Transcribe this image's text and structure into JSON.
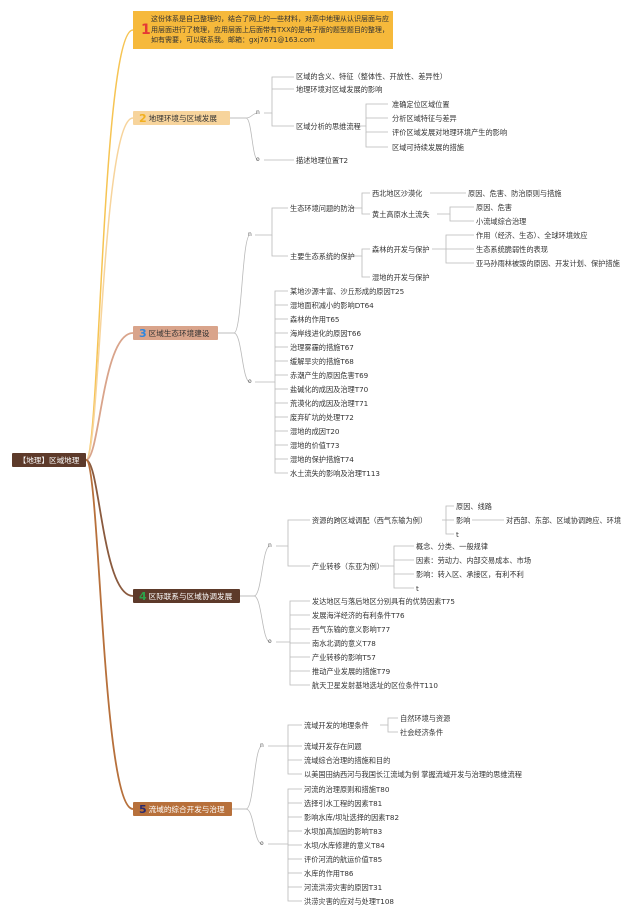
{
  "root": {
    "label": "【地理】区域地理"
  },
  "intro": {
    "number": "1",
    "text": "这份体系是自己整理的，结合了网上的一些材料，对高中地理从认识层面与应用层面进行了梳理，应用层面上后面带有TXX的是电子版的题型题目的整理，如有需要，可以联系我。邮箱：gxj7671@163.com"
  },
  "s2": {
    "number": "2",
    "title": "地理环境与区域发展",
    "n_label": "n",
    "o_label": "o",
    "items": [
      "区域的含义、特征（整体性、开放性、差异性）",
      "地理环境对区域发展的影响",
      "区域分析的思维流程"
    ],
    "flow": [
      "准确定位区域位置",
      "分析区域特征与差异",
      "评价区域发展对地理环境产生的影响",
      "区域可持续发展的措施"
    ],
    "o_item": "描述地理位置T2"
  },
  "s3": {
    "number": "3",
    "title": "区域生态环境建设",
    "n_label": "n",
    "o_label": "o",
    "prevent": "生态环境问题的防治",
    "desert": "西北地区沙漠化",
    "desert_detail": "原因、危害、防治原则与措施",
    "loess": "黄土高原水土流失",
    "loess_details": [
      "原因、危害",
      "小流域综合治理"
    ],
    "protect": "主要生态系统的保护",
    "forest": "森林的开发与保护",
    "forest_details": [
      "作用（经济、生态）、全球环境效应",
      "生态系统脆弱性的表现",
      "亚马孙雨林被毁的原因、开发计划、保护措施"
    ],
    "wetland": "湿地的开发与保护",
    "o_items": [
      "某地沙源丰富、沙丘形成的原因T25",
      "湿地面积减小的影响DT64",
      "森林的作用T65",
      "海岸线进化的原因T66",
      "治理雾霾的措施T67",
      "缓解旱灾的措施T68",
      "赤潮产生的原因危害T69",
      "盐碱化的成因及治理T70",
      "荒漠化的成因及治理T71",
      "废弃矿坑的处理T72",
      "湿地的成因T20",
      "湿地的价值T73",
      "湿地的保护措施T74",
      "水土流失的影响及治理T113"
    ]
  },
  "s4": {
    "number": "4",
    "title": "区际联系与区域协调发展",
    "n_label": "n",
    "o_label": "o",
    "transfer": "资源的跨区域调配（西气东输为例）",
    "transfer_details": [
      "原因、线路",
      "影响",
      "t"
    ],
    "impact_detail": "对西部、东部、区域协调跨应、环境",
    "industry": "产业转移（东亚为例）",
    "industry_details": [
      "概念、分类、一般规律",
      "因素：劳动力、内部交易成本、市场",
      "影响：转入区、承接区，有利不利",
      "t"
    ],
    "o_items": [
      "发达地区与落后地区分别具有的优势因素T75",
      "发展海洋经济的有利条件T76",
      "西气东输的意义影响T77",
      "南水北调的意义T78",
      "产业转移的影响T57",
      "推动产业发展的措施T79",
      "航天卫星发射基地选址的区位条件T110"
    ]
  },
  "s5": {
    "number": "5",
    "title": "流域的综合开发与治理",
    "n_label": "n",
    "o_label": "o",
    "dev": "流域开发的地理条件",
    "dev_details": [
      "自然环境与资源",
      "社会经济条件"
    ],
    "n_items": [
      "流域开发存在问题",
      "流域综合治理的措施和目的",
      "以美国田纳西河与我国长江流域为例 掌握流域开发与治理的思维流程"
    ],
    "o_items": [
      "河流的治理原则和措施T80",
      "选择引水工程的因素T81",
      "影响水库/坝址选择的因素T82",
      "水坝加高加固的影响T83",
      "水坝/水库修建的意义T84",
      "评价河流的航运价值T85",
      "水库的作用T86",
      "河流洪涝灾害的原因T31",
      "洪涝灾害的应对与处理T108"
    ]
  },
  "colors": {
    "root_bg": "#5d3a2a",
    "intro_bg": "#f6b93b",
    "s2_bg": "#f7d49c",
    "s3_bg": "#d9a48b",
    "s4_bg": "#5d3a2a",
    "s5_bg": "#b7703b",
    "num_red": "#e53935",
    "num_yellow": "#f2b01e",
    "num_blue": "#2e86de",
    "num_green": "#2ca24a",
    "num_navy": "#2b2b6e"
  }
}
